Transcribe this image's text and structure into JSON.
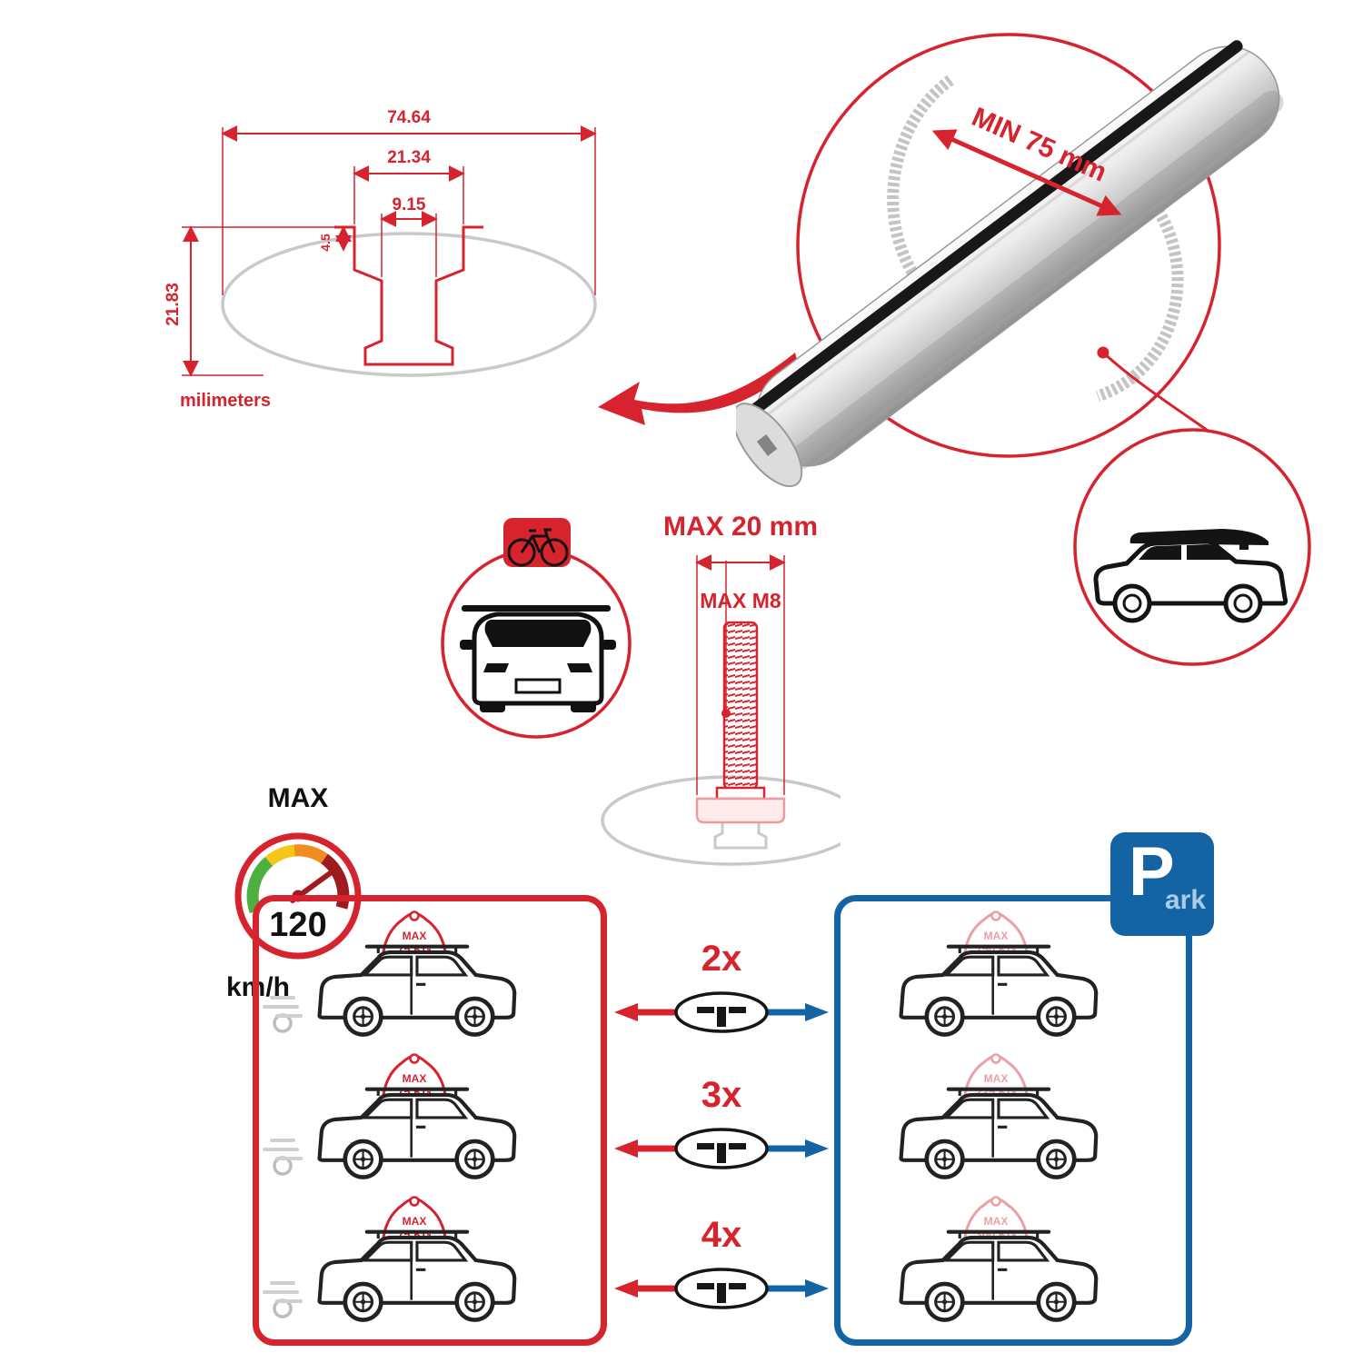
{
  "colors": {
    "red": "#d6232e",
    "blue": "#1464a5",
    "gray": "#c9c9c9",
    "black": "#1a1a1a"
  },
  "dimensions": {
    "total_width": "74.64",
    "slot_outer_width": "21.34",
    "slot_inner_width": "9.15",
    "lip_height": "4.5",
    "total_height": "21.83",
    "units": "milimeters"
  },
  "bar_detail": {
    "min_span": "MIN 75 mm"
  },
  "bolt": {
    "max_width": "MAX 20 mm",
    "max_thread": "MAX M8"
  },
  "speed": {
    "label": "MAX",
    "value": "120",
    "units": "km/h"
  },
  "driving": {
    "cars": [
      {
        "max": "MAX",
        "load": "75 KG"
      },
      {
        "max": "MAX",
        "load": "75 KG"
      },
      {
        "max": "MAX",
        "load": "75 KG"
      }
    ]
  },
  "counts": [
    {
      "label": "2x"
    },
    {
      "label": "3x"
    },
    {
      "label": "4x"
    }
  ],
  "parking": {
    "sign_p": "P",
    "sign_ark": "ark",
    "cars": [
      {
        "max": "MAX",
        "load": "150 KG"
      },
      {
        "max": "MAX",
        "load": "225 KG"
      },
      {
        "max": "MAX",
        "load": "300 KG"
      }
    ]
  }
}
